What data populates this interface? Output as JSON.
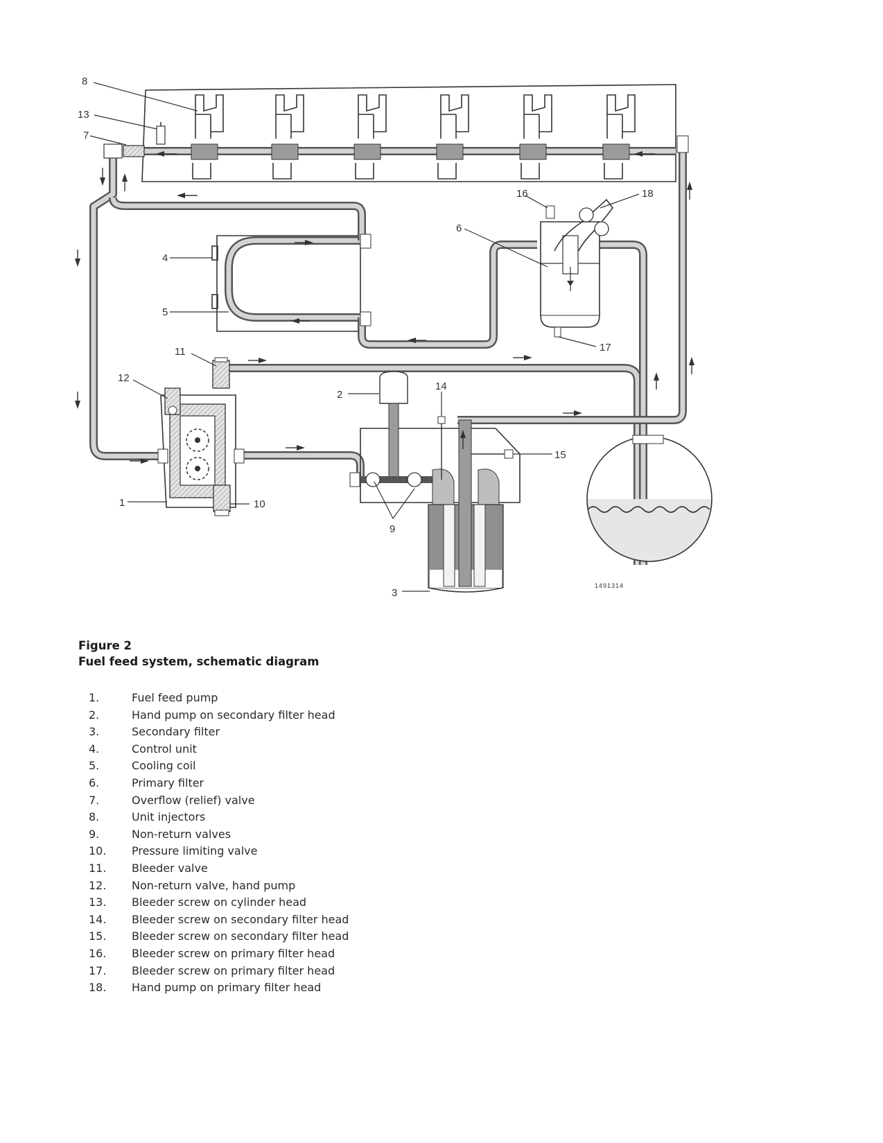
{
  "figure": {
    "label": "Figure 2",
    "title": "Fuel feed system, schematic diagram"
  },
  "diagram": {
    "callouts": [
      "1",
      "2",
      "3",
      "4",
      "5",
      "6",
      "7",
      "8",
      "9",
      "10",
      "11",
      "12",
      "13",
      "14",
      "15",
      "16",
      "17",
      "18"
    ],
    "drawing_code": "1491314"
  },
  "legend": [
    {
      "num": "1.",
      "text": "Fuel feed pump"
    },
    {
      "num": "2.",
      "text": "Hand pump on secondary filter head"
    },
    {
      "num": "3.",
      "text": "Secondary filter"
    },
    {
      "num": "4.",
      "text": "Control unit"
    },
    {
      "num": "5.",
      "text": "Cooling coil"
    },
    {
      "num": "6.",
      "text": "Primary filter"
    },
    {
      "num": "7.",
      "text": "Overflow (relief) valve"
    },
    {
      "num": "8.",
      "text": "Unit injectors"
    },
    {
      "num": "9.",
      "text": "Non-return valves"
    },
    {
      "num": "10.",
      "text": "Pressure limiting valve"
    },
    {
      "num": "11.",
      "text": "Bleeder valve"
    },
    {
      "num": "12.",
      "text": "Non-return valve, hand pump"
    },
    {
      "num": "13.",
      "text": "Bleeder screw on cylinder head"
    },
    {
      "num": "14.",
      "text": "Bleeder screw on secondary filter head"
    },
    {
      "num": "15.",
      "text": "Bleeder screw on secondary filter head"
    },
    {
      "num": "16.",
      "text": "Bleeder screw on primary filter head"
    },
    {
      "num": "17.",
      "text": "Bleeder screw on primary filter head"
    },
    {
      "num": "18.",
      "text": "Hand pump on primary filter head"
    }
  ]
}
